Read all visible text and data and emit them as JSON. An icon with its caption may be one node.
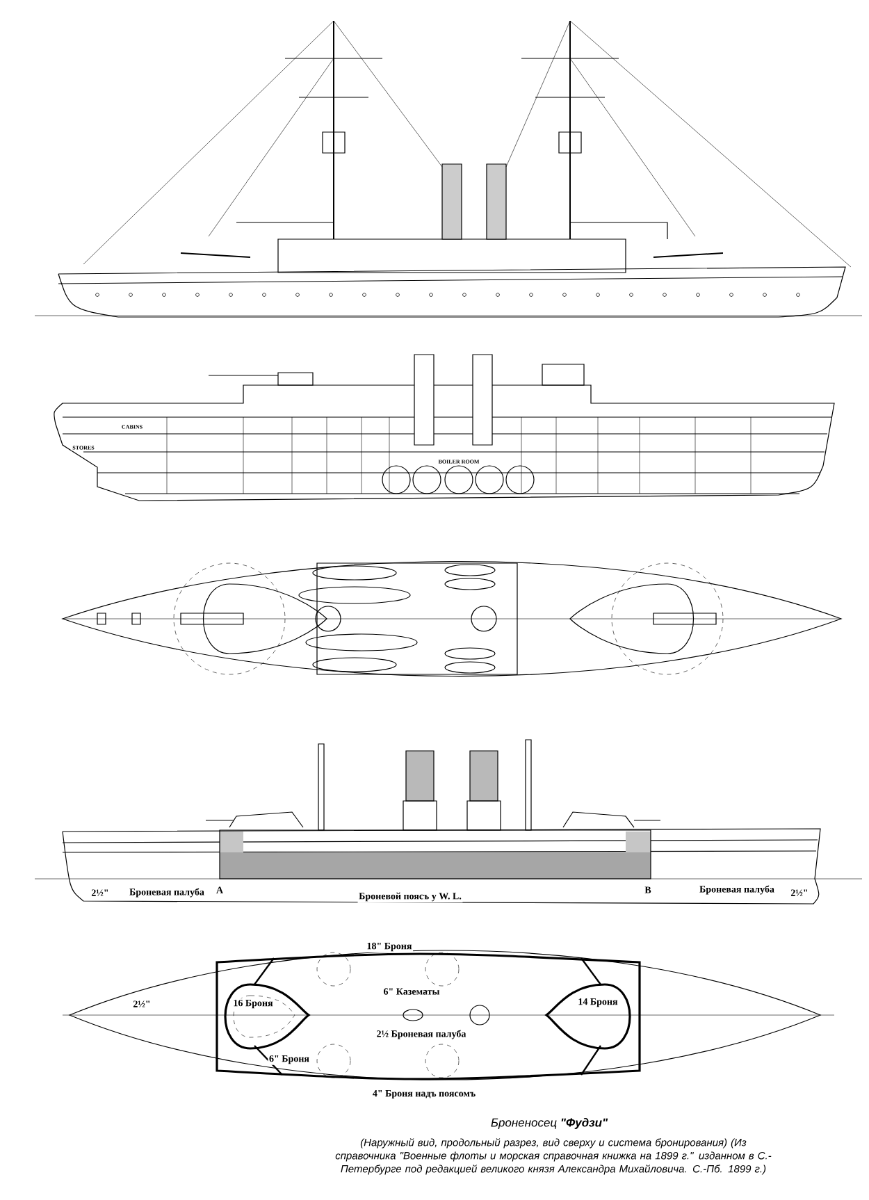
{
  "diagram": {
    "title": "Броненосец **\"Фудзи\"**",
    "caption": "(Наружный вид, продольный разрез, вид сверху и система бронирования) (Из справочника \"Военные флоты и морская справочная книжка на 1899 г.\" изданном в С.-Петербурге под редакцией великого князя Александра Михайловича. С.-Пб. 1899 г.)",
    "labels": [
      "CABINS",
      "STORES",
      "BOILER ROOM",
      "2½\"",
      "Броневая палуба",
      "A",
      "Броневой поясъ у W. L.",
      "B",
      "Броневая палуба",
      "2½\"",
      "18\" Броня",
      "6\" Казематы",
      "2½\"",
      "16 Броня",
      "14 Броня",
      "2½ Броневая палуба",
      "6\" Броня",
      "4\" Броня надъ поясомъ"
    ]
  }
}
